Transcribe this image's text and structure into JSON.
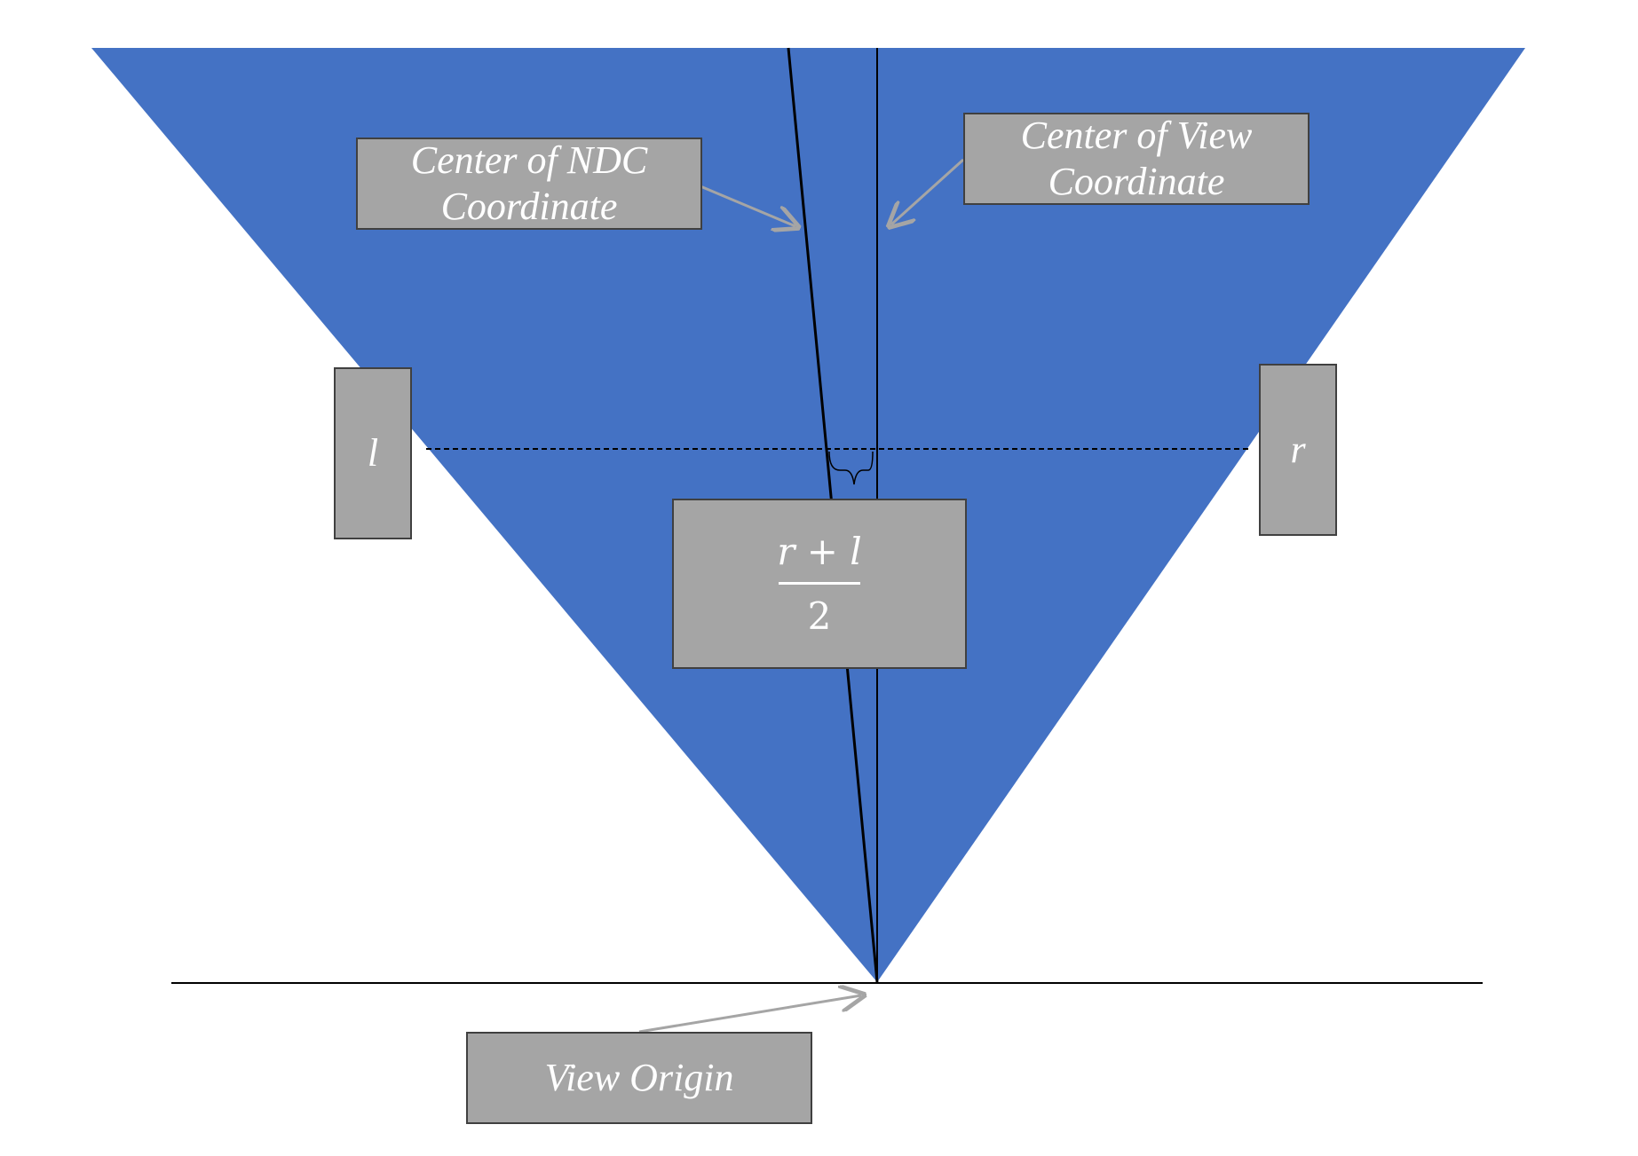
{
  "colors": {
    "frustum": "#4472c4",
    "box_fill": "#a5a5a5",
    "box_border": "#404040",
    "box_text": "#ffffff",
    "arrow": "#a5a5a5",
    "axis_line": "#000000"
  },
  "labels": {
    "ndc_center": [
      "Center of NDC",
      "Coordinate"
    ],
    "view_center": [
      "Center of View",
      "Coordinate"
    ],
    "left": "l",
    "right": "r",
    "view_origin": "View Origin",
    "offset_numerator": "r + l",
    "offset_denominator": "2"
  }
}
